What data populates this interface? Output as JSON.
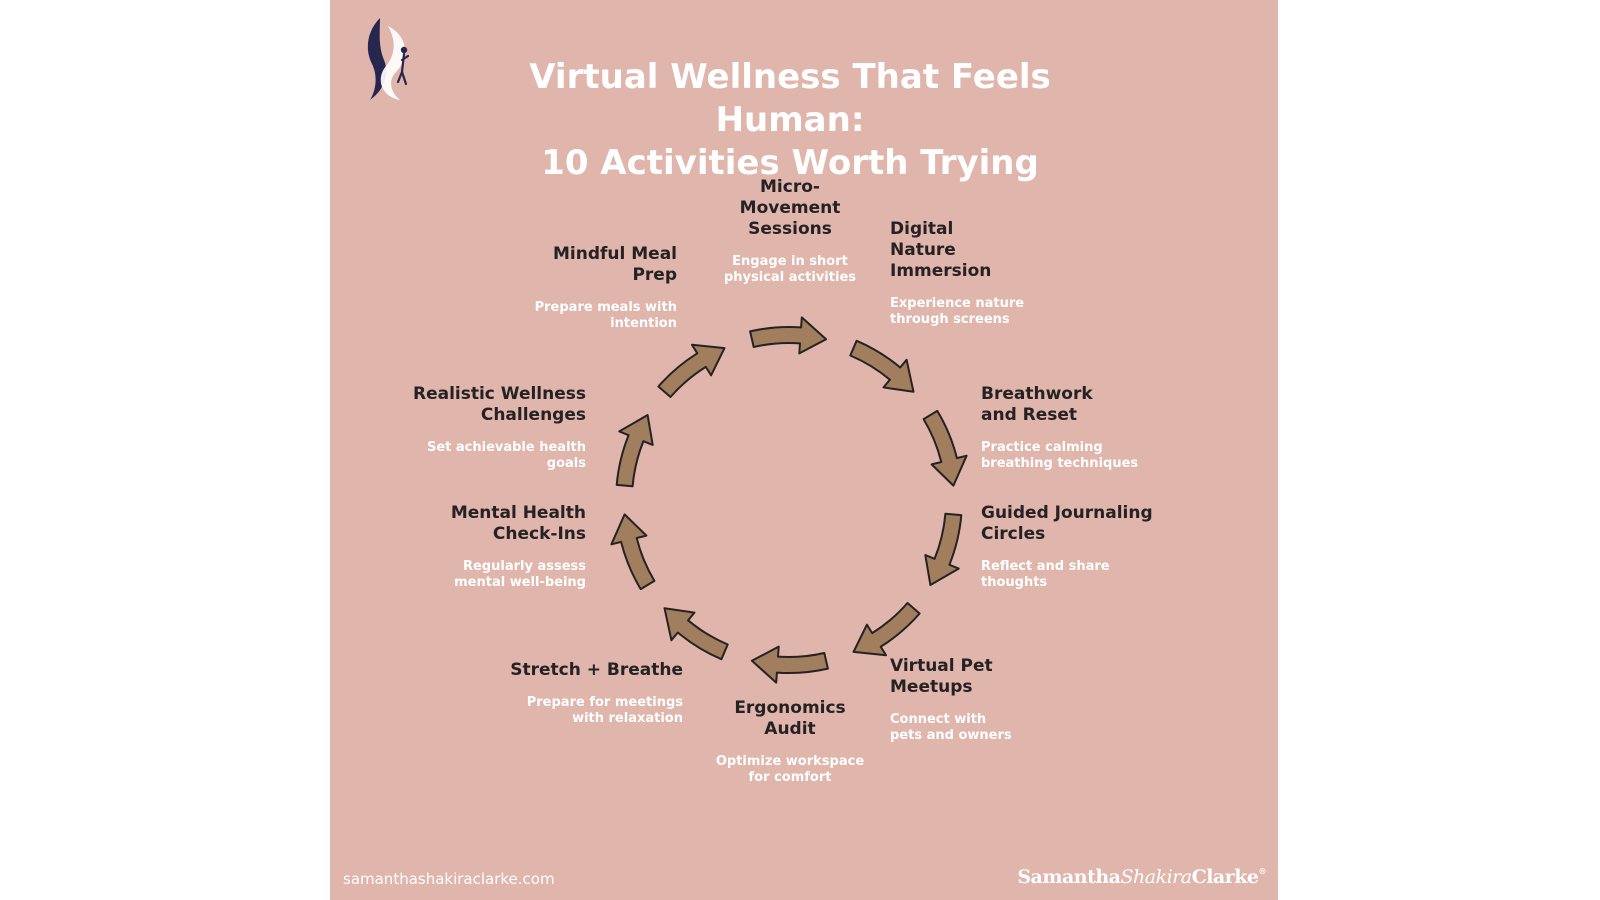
{
  "title": {
    "line1": "Virtual Wellness That Feels Human:",
    "line2": "10 Activities Worth Trying"
  },
  "activities": [
    {
      "name": "Micro-\nMovement\nSessions",
      "desc": "Engage in short\nphysical activities"
    },
    {
      "name": "Digital\nNature\nImmersion",
      "desc": "Experience nature\nthrough screens"
    },
    {
      "name": "Breathwork\nand Reset",
      "desc": "Practice calming\nbreathing techniques"
    },
    {
      "name": "Guided Journaling\nCircles",
      "desc": "Reflect and share\nthoughts"
    },
    {
      "name": "Virtual Pet\nMeetups",
      "desc": "Connect with\npets and owners"
    },
    {
      "name": "Ergonomics\nAudit",
      "desc": "Optimize workspace\nfor comfort"
    },
    {
      "name": "Stretch + Breathe",
      "desc": "Prepare for meetings\nwith relaxation"
    },
    {
      "name": "Mental Health\nCheck-Ins",
      "desc": "Regularly assess\nmental well-being"
    },
    {
      "name": "Realistic Wellness\nChallenges",
      "desc": "Set achievable health\ngoals"
    },
    {
      "name": "Mindful Meal\nPrep",
      "desc": "Prepare meals with\nintention"
    }
  ],
  "footer": {
    "website": "samanthashakiraclarke.com",
    "brand_first": "Samantha",
    "brand_middle": "Shakira",
    "brand_last": "Clarke",
    "brand_mark": "®"
  },
  "colors": {
    "background": "#dfb5ac",
    "arrow_fill": "#a17f5e",
    "arrow_stroke": "#262223",
    "heading_text": "#262223",
    "light_text": "#ffffff",
    "logo_navy": "#27264f"
  },
  "icons": {
    "logo": "flame-figure-logo",
    "arrow": "curved-arrow-icon"
  }
}
